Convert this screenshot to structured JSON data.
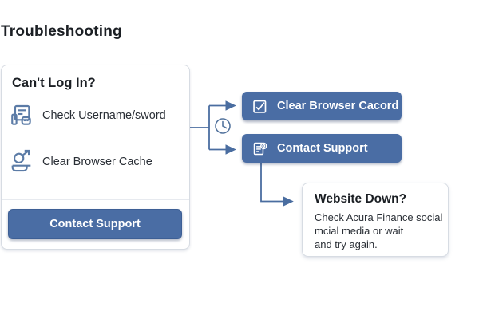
{
  "page": {
    "title": "Troubleshooting"
  },
  "login_card": {
    "heading": "Can't Log In?",
    "items": [
      {
        "icon": "form-document-icon",
        "label": "Check Username/sword"
      },
      {
        "icon": "share-tray-icon",
        "label": "Clear Browser Cache"
      }
    ],
    "button_label": "Contact Support"
  },
  "flow": {
    "timer_icon": "clock-icon",
    "buttons": [
      {
        "icon": "checkbox-checked-icon",
        "label": "Clear Browser Cacord"
      },
      {
        "icon": "document-badge-icon",
        "label": "Contact Support"
      }
    ]
  },
  "website_card": {
    "heading": "Website Down?",
    "body_lines": [
      "Check Acura Finance social",
      "mcial media or wait",
      "and try again."
    ]
  },
  "colors": {
    "accent_blue": "#4a6da4",
    "icon_blue": "#5b7ba6",
    "connector_blue": "#4a6da0",
    "text_dark": "#21262d",
    "card_border": "#d7dce3"
  }
}
